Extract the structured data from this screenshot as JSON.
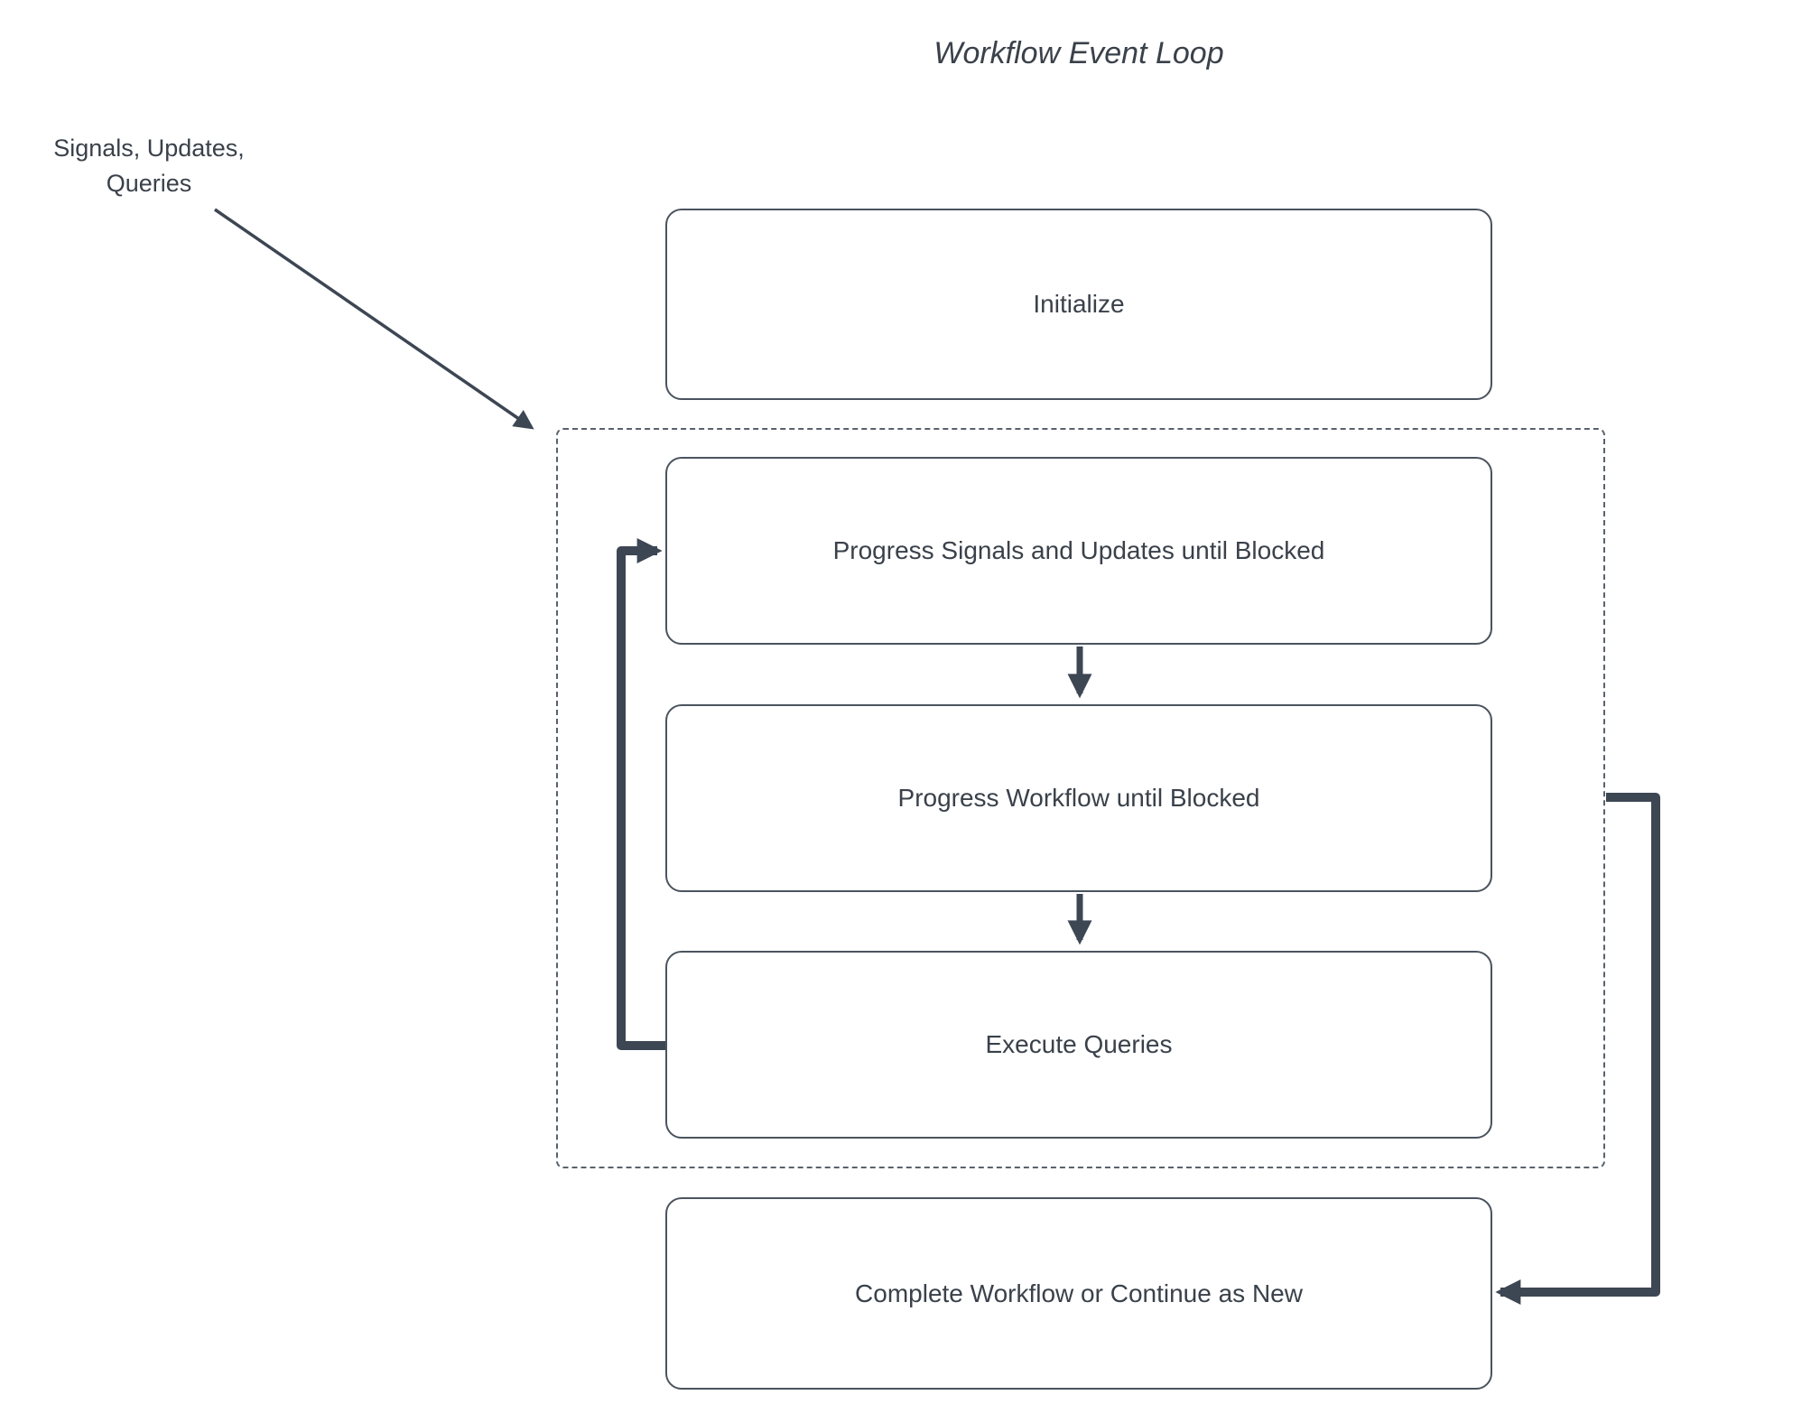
{
  "title": "Workflow Event Loop",
  "annotation": {
    "label": "Signals, Updates,\nQueries"
  },
  "nodes": {
    "initialize": "Initialize",
    "progress_signals": "Progress Signals and Updates until Blocked",
    "progress_workflow": "Progress Workflow until Blocked",
    "execute_queries": "Execute Queries",
    "complete": "Complete Workflow or Continue as New"
  },
  "connectors": {
    "signals_input": "signals-updates-queries into event loop group",
    "signals_to_workflow": "progress signals to progress workflow",
    "workflow_to_queries": "progress workflow to execute queries",
    "queries_loop_back": "execute queries back to progress signals",
    "loop_to_complete": "event loop group to complete workflow"
  },
  "colors": {
    "line": "#3d4653",
    "box_border": "#4b545e",
    "text": "#3a414a",
    "background": "#ffffff"
  }
}
